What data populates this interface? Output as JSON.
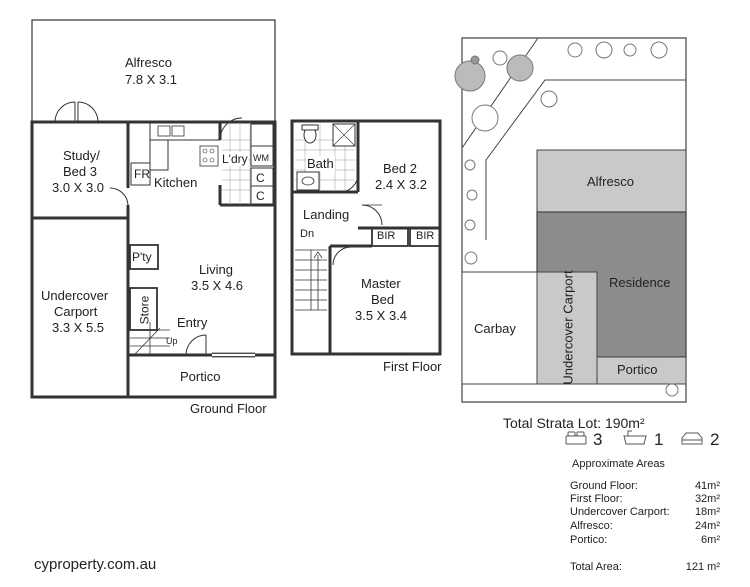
{
  "ground_floor": {
    "title": "Ground Floor",
    "rooms": {
      "alfresco": {
        "name": "Alfresco",
        "dims": "7.8 X 3.1"
      },
      "study": {
        "name1": "Study/",
        "name2": "Bed 3",
        "dims": "3.0 X 3.0"
      },
      "kitchen": "Kitchen",
      "fr": "FR",
      "laundry": "L'dry",
      "wm": "WM",
      "cupboard1": "C",
      "cupboard2": "C",
      "pantry": "P'ty",
      "living": {
        "name": "Living",
        "dims": "3.5 X 4.6"
      },
      "carport": {
        "name1": "Undercover",
        "name2": "Carport",
        "dims": "3.3 X 5.5"
      },
      "store": "Store",
      "entry": "Entry",
      "up": "Up",
      "portico": "Portico"
    }
  },
  "first_floor": {
    "title": "First Floor",
    "rooms": {
      "bath": "Bath",
      "bed2": {
        "name": "Bed 2",
        "dims": "2.4 X 3.2"
      },
      "landing": "Landing",
      "dn": "Dn",
      "bir1": "BIR",
      "bir2": "BIR",
      "master": {
        "name1": "Master",
        "name2": "Bed",
        "dims": "3.5 X 3.4"
      }
    }
  },
  "site_plan": {
    "alfresco": "Alfresco",
    "residence": "Residence",
    "undercover_carport": "Undercover Carport",
    "carbay": "Carbay",
    "portico": "Portico"
  },
  "summary": {
    "total_strata_lot": "Total Strata Lot: 190m²",
    "bedrooms": "3",
    "bathrooms": "1",
    "cars": "2",
    "approx_title": "Approximate Areas",
    "areas": [
      {
        "label": "Ground Floor:",
        "value": "41m²"
      },
      {
        "label": "First Floor:",
        "value": "32m²"
      },
      {
        "label": "Undercover Carport:",
        "value": "18m²"
      },
      {
        "label": "Alfresco:",
        "value": "24m²"
      },
      {
        "label": "Portico:",
        "value": "6m²"
      }
    ],
    "total_label": "Total Area:",
    "total_value": "121 m²"
  },
  "website": "cyproperty.com.au",
  "colors": {
    "wall": "#3a3a3a",
    "residence_fill": "#8c8c8c",
    "light_fill": "#c9c9c9",
    "tree": "#777777"
  }
}
